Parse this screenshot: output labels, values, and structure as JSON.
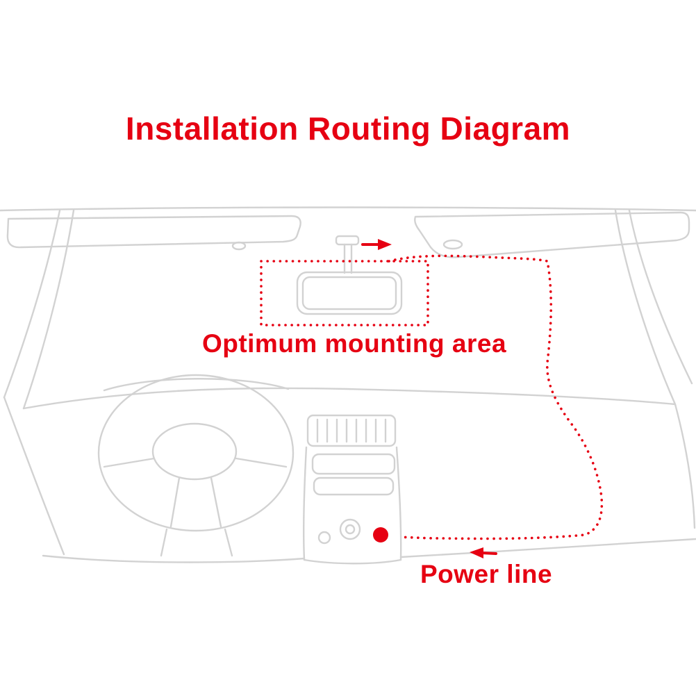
{
  "title": "Installation Routing Diagram",
  "labels": {
    "mounting_area": "Optimum mounting area",
    "power_line": "Power line"
  },
  "colors": {
    "accent_red": "#e60012",
    "line_gray": "#d2d2d2",
    "background": "#ffffff"
  },
  "diagram": {
    "type": "dashcam-installation-routing",
    "annotations": [
      {
        "name": "optimum-mounting-area",
        "label": "Optimum mounting area",
        "marker": "red dotted rectangle around rearview mirror"
      },
      {
        "name": "routing-path",
        "label": "",
        "marker": "red dotted line from mirror along windshield edge down to dashboard power socket"
      },
      {
        "name": "power-line",
        "label": "Power line",
        "marker": "red dot at cigarette-lighter power socket with left arrow"
      }
    ]
  }
}
